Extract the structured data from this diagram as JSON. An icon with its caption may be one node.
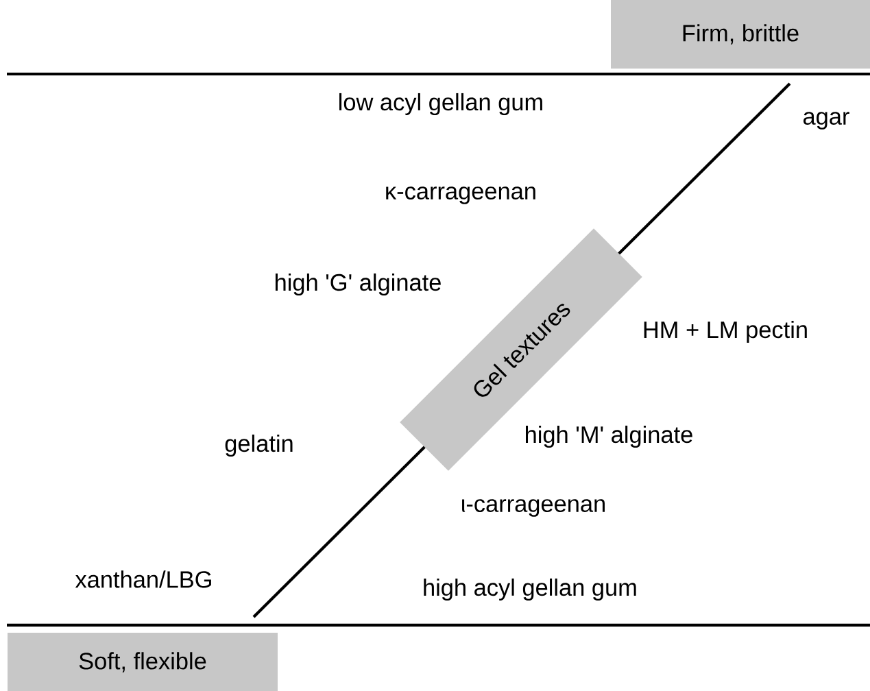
{
  "diagram": {
    "nodes": [
      {
        "text": [
          "Firm, brittle"
        ]
      },
      {
        "text": [
          "Gel textures"
        ]
      },
      {
        "text": [
          "Soft, flexible"
        ]
      }
    ],
    "labels": [
      "low acyl gellan gum",
      "agar",
      "κ-carrageenan",
      "high 'G' alginate",
      "HM + LM pectin",
      "high 'M' alginate",
      "gelatin",
      "ι-carrageenan",
      "xanthan/LBG",
      "high acyl gellan gum"
    ]
  }
}
